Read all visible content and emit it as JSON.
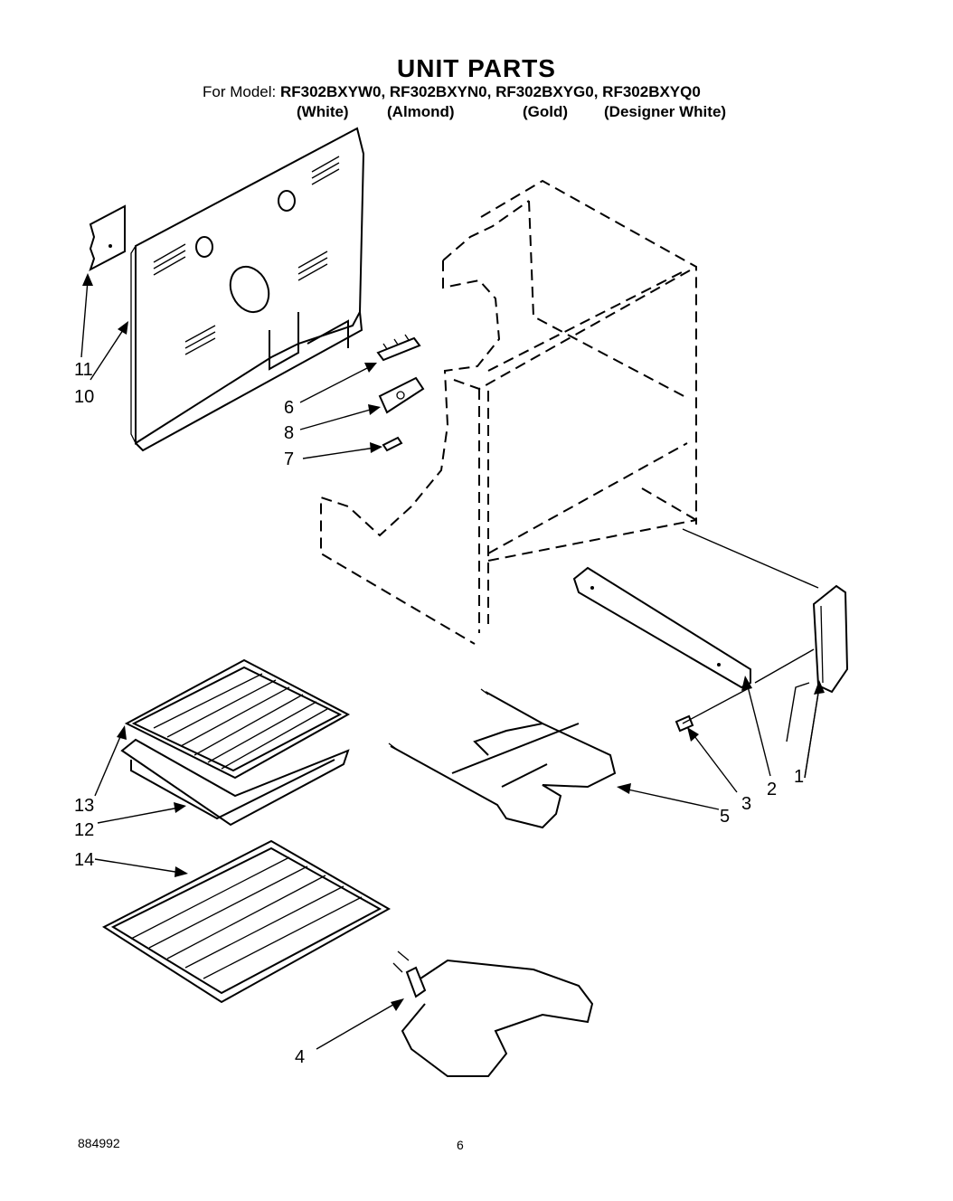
{
  "title": "UNIT PARTS",
  "models": {
    "lead": "For Model:",
    "list": "RF302BXYW0, RF302BXYN0,  RF302BXYG0, RF302BXYQ0"
  },
  "colors": [
    "(White)",
    "(Almond)",
    "(Gold)",
    "(Designer White)"
  ],
  "callouts": [
    "1",
    "2",
    "3",
    "4",
    "5",
    "6",
    "7",
    "8",
    "10",
    "11",
    "12",
    "13",
    "14"
  ],
  "footer": {
    "doc_number": "884992",
    "page_number": "6"
  }
}
